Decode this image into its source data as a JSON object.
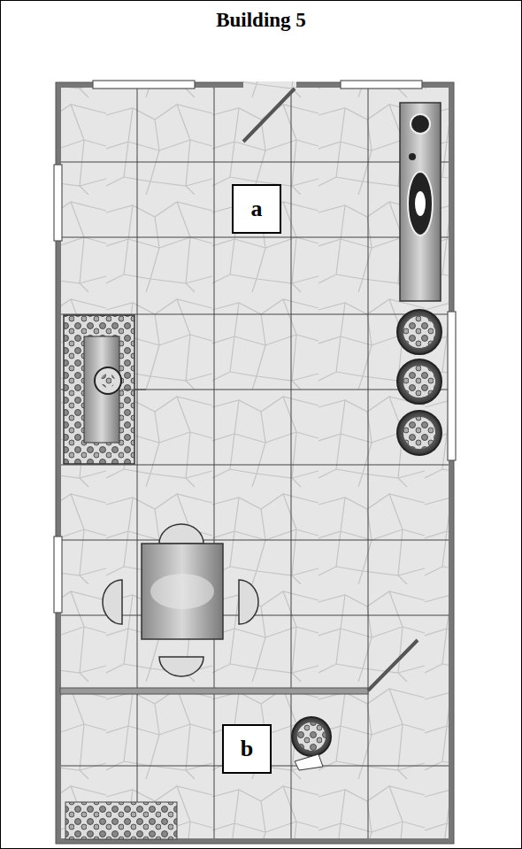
{
  "diagram": {
    "title": "Building 5",
    "nodes": [
      {
        "text": [
          "a"
        ]
      },
      {
        "text": [
          "b"
        ]
      }
    ]
  }
}
